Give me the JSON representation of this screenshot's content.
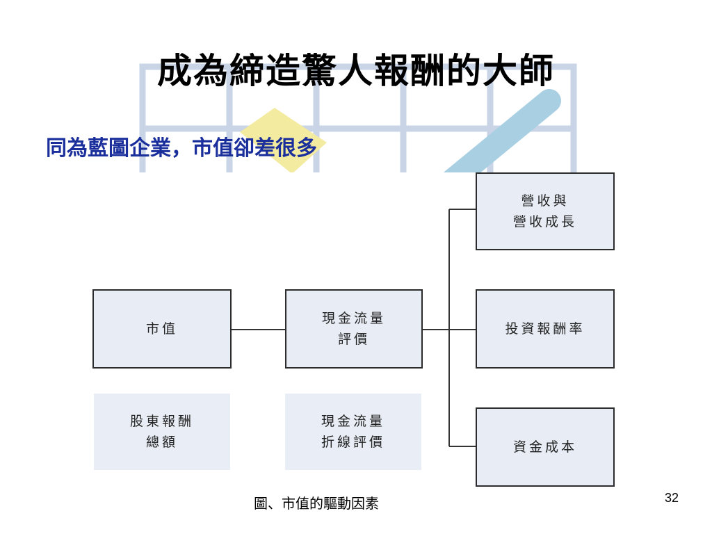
{
  "slide": {
    "title": "成為締造驚人報酬的大師",
    "subtitle": "同為藍圖企業，市值卻差很多",
    "caption": "圖、市值的驅動因素",
    "page_number": "32"
  },
  "diagram": {
    "boxes": {
      "market_value": "市值",
      "dcf_valuation": "現金流量\n評價",
      "revenue_growth": "營收與\n營收成長",
      "roic": "投資報酬率",
      "cost_of_capital": "資金成本",
      "total_shareholder_return": "股東報酬\n總額",
      "discounted_cf_valuation": "現金流量\n折線評價"
    }
  },
  "colors": {
    "title": "#000000",
    "subtitle": "#1a2e9c",
    "box_fill": "#e8edf5",
    "box_border": "#2b2b2b",
    "connector": "#333333"
  }
}
